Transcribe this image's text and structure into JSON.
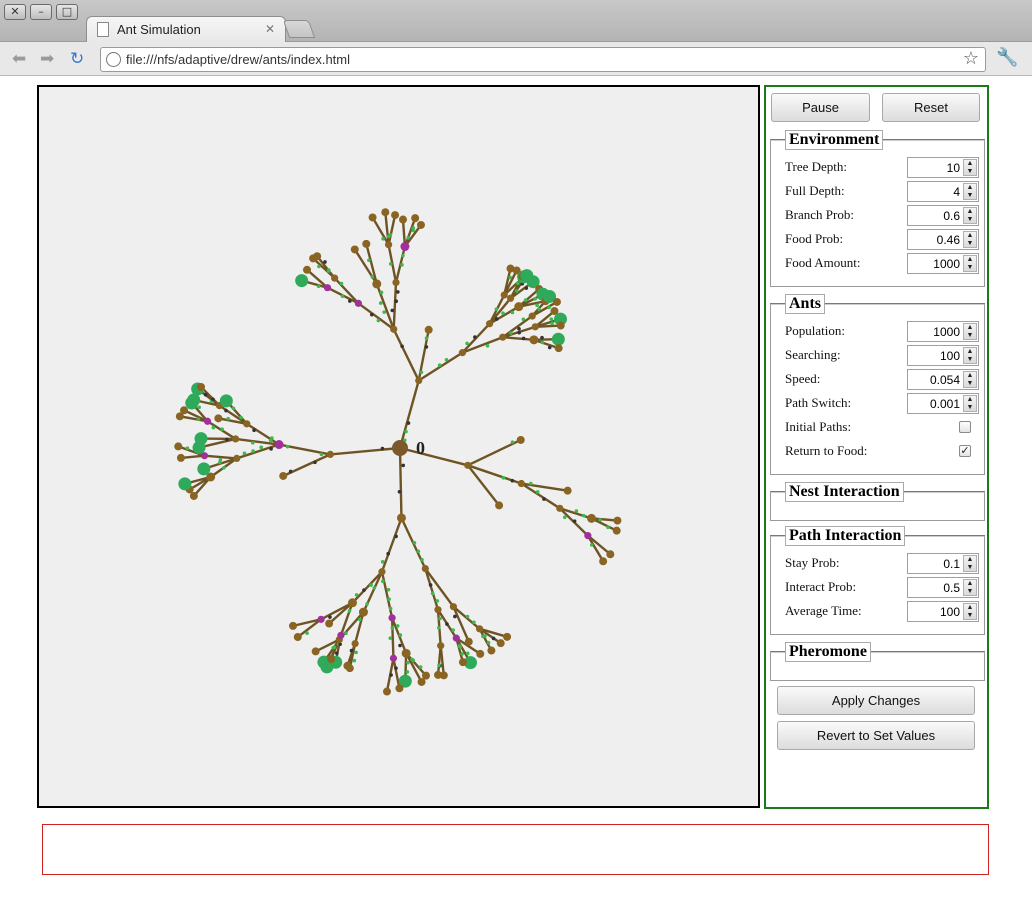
{
  "window": {
    "title": "Ant Simulation"
  },
  "toolbar": {
    "url": "file:///nfs/adaptive/drew/ants/index.html"
  },
  "simulation": {
    "nest_counter": "0"
  },
  "controls": {
    "pause_label": "Pause",
    "reset_label": "Reset"
  },
  "environment": {
    "legend": "Environment",
    "fields": [
      {
        "label": "Tree Depth:",
        "value": "10"
      },
      {
        "label": "Full Depth:",
        "value": "4"
      },
      {
        "label": "Branch Prob:",
        "value": "0.6"
      },
      {
        "label": "Food Prob:",
        "value": "0.46"
      },
      {
        "label": "Food Amount:",
        "value": "1000"
      }
    ]
  },
  "ants": {
    "legend": "Ants",
    "fields": [
      {
        "label": "Population:",
        "value": "1000"
      },
      {
        "label": "Searching:",
        "value": "100"
      },
      {
        "label": "Speed:",
        "value": "0.054"
      },
      {
        "label": "Path Switch:",
        "value": "0.001"
      }
    ],
    "initial_paths_label": "Initial Paths:",
    "initial_paths_checked": false,
    "return_to_food_label": "Return to Food:",
    "return_to_food_checked": true
  },
  "nest_interaction": {
    "legend": "Nest Interaction"
  },
  "path_interaction": {
    "legend": "Path Interaction",
    "fields": [
      {
        "label": "Stay Prob:",
        "value": "0.1"
      },
      {
        "label": "Interact Prob:",
        "value": "0.5"
      },
      {
        "label": "Average Time:",
        "value": "100"
      }
    ]
  },
  "pheromone": {
    "legend": "Pheromone"
  },
  "actions": {
    "apply_label": "Apply Changes",
    "revert_label": "Revert to Set Values"
  },
  "colors": {
    "branch": "#6e5424",
    "node": "#8a6422",
    "food": "#2faa5a",
    "pheromone_dot": "#3cb84c",
    "ant": "#333333",
    "visit": "#a0309a",
    "panel_border": "#1a7a1a",
    "status_border": "#cc2222"
  }
}
